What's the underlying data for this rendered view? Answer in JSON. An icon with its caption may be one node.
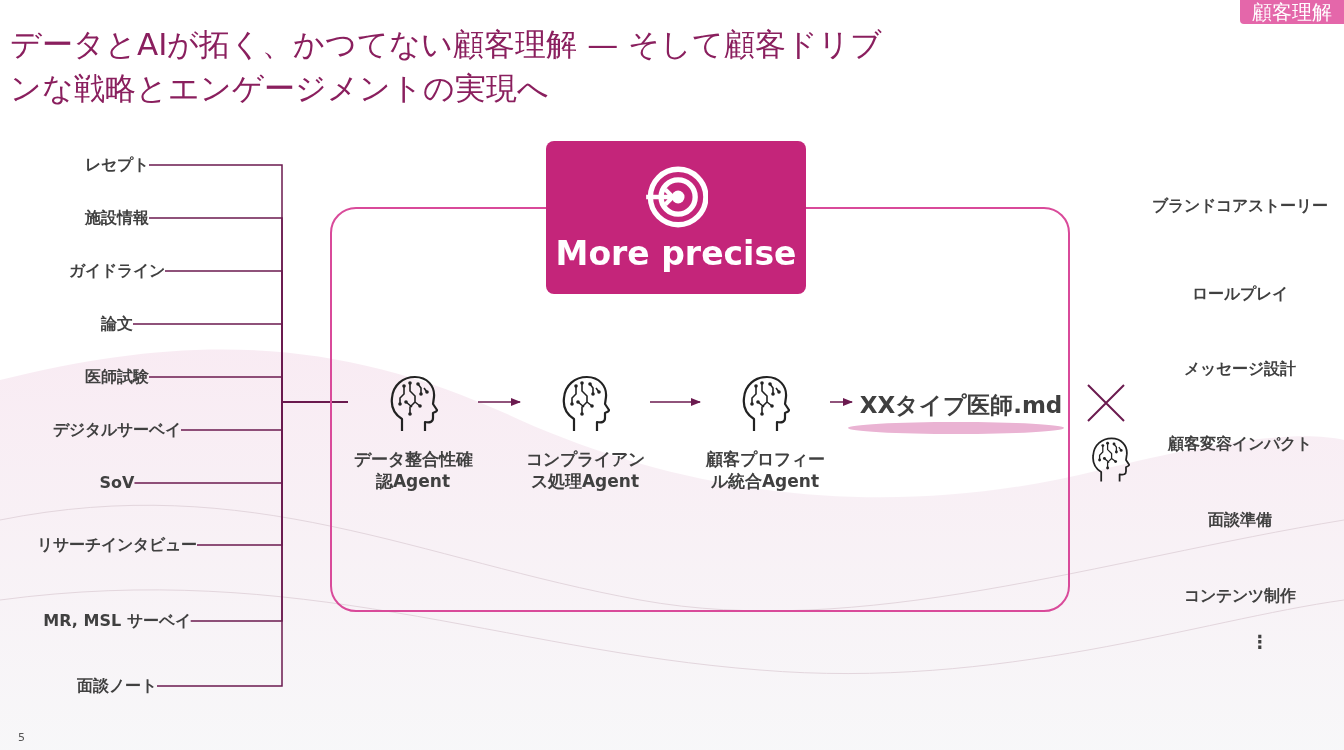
{
  "diagram": {
    "title": "データとAIが拓く、かつてない顧客理解 — そして顧客ドリブンな戦略とエンゲージメントの実現へ",
    "nodes": [
      {
        "text": [
          "レセプト"
        ]
      },
      {
        "text": [
          "施設情報"
        ]
      },
      {
        "text": [
          "ガイドライン"
        ]
      },
      {
        "text": [
          "論文"
        ]
      },
      {
        "text": [
          "医師試験"
        ]
      },
      {
        "text": [
          "デジタルサーベイ"
        ]
      },
      {
        "text": [
          "SoV"
        ]
      },
      {
        "text": [
          "リサーチインタビュー"
        ]
      },
      {
        "text": [
          "MR, MSL サーベイ"
        ]
      },
      {
        "text": [
          "面談ノート"
        ]
      },
      {
        "text": [],
        "shape": "box"
      },
      {
        "text": [
          "More precise"
        ]
      },
      {
        "text": [
          "データ整合性確認Agent"
        ],
        "in": 10
      },
      {
        "text": [
          "コンプライアンス処理Agent"
        ],
        "in": 10
      },
      {
        "text": [
          "顧客プロフィール統合Agent"
        ],
        "in": 10
      },
      {
        "text": [
          "XXタイプ医師.md"
        ],
        "in": 10
      }
    ],
    "edges": [
      {
        "from": 0,
        "to": 12,
        "arrow": "none"
      },
      {
        "from": 1,
        "to": 12,
        "arrow": "none"
      },
      {
        "from": 2,
        "to": 12,
        "arrow": "none"
      },
      {
        "from": 3,
        "to": 12,
        "arrow": "none"
      },
      {
        "from": 4,
        "to": 12,
        "arrow": "none"
      },
      {
        "from": 5,
        "to": 12,
        "arrow": "none"
      },
      {
        "from": 6,
        "to": 12,
        "arrow": "none"
      },
      {
        "from": 7,
        "to": 12,
        "arrow": "none"
      },
      {
        "from": 8,
        "to": 12,
        "arrow": "none"
      },
      {
        "from": 9,
        "to": 12,
        "arrow": "none"
      },
      {
        "from": 12,
        "to": 13,
        "arrow": "to"
      },
      {
        "from": 13,
        "to": 14,
        "arrow": "to"
      },
      {
        "from": 14,
        "to": 15,
        "arrow": "to"
      }
    ],
    "labels": [
      "顧客理解",
      "ブランドコアストーリー",
      "ロールプレイ",
      "メッセージ設計",
      "顧客変容インパクト",
      "面談準備",
      "コンテンツ制作",
      "⋮",
      "5"
    ]
  }
}
